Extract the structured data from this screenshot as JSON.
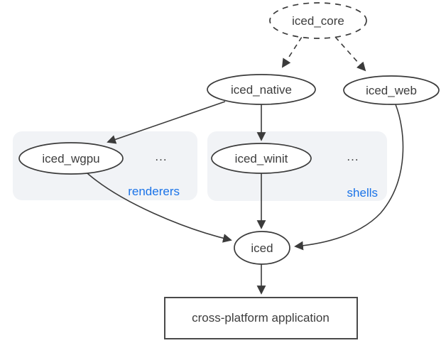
{
  "diagram": {
    "nodes": {
      "iced_core": {
        "label": "iced_core"
      },
      "iced_native": {
        "label": "iced_native"
      },
      "iced_web": {
        "label": "iced_web"
      },
      "iced_wgpu": {
        "label": "iced_wgpu"
      },
      "iced_winit": {
        "label": "iced_winit"
      },
      "iced": {
        "label": "iced"
      },
      "app": {
        "label": "cross-platform application"
      }
    },
    "groups": {
      "renderers": {
        "label": "renderers",
        "ellipsis": "..."
      },
      "shells": {
        "label": "shells",
        "ellipsis": "..."
      }
    },
    "colors": {
      "node_stroke": "#3b3b3b",
      "text": "#3d3d3d",
      "group_fill": "#f1f3f6",
      "group_label_blue": "#1a73e8",
      "background": "#ffffff"
    }
  }
}
